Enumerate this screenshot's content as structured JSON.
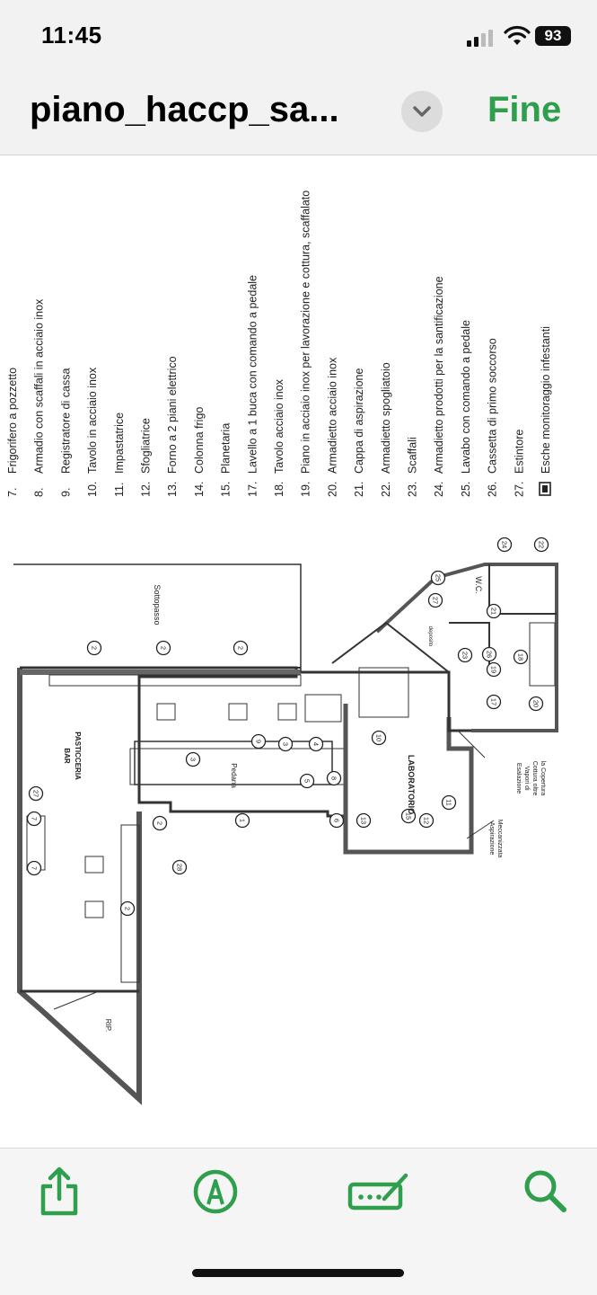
{
  "status": {
    "time": "11:45",
    "battery": "93"
  },
  "header": {
    "title": "piano_haccp_sa...",
    "done_label": "Fine"
  },
  "legend": [
    {
      "num": "7.",
      "label": "Frigorifero a pozzetto"
    },
    {
      "num": "8.",
      "label": "Armadio con scaffali in acciaio inox"
    },
    {
      "num": "9.",
      "label": "Registratore di cassa"
    },
    {
      "num": "10.",
      "label": "Tavolo in acciaio inox"
    },
    {
      "num": "11.",
      "label": "Impastatrice"
    },
    {
      "num": "12.",
      "label": "Sfogliatrice"
    },
    {
      "num": "13.",
      "label": "Forno a 2 piani elettrico"
    },
    {
      "num": "14.",
      "label": "Colonna frigo"
    },
    {
      "num": "15.",
      "label": "Planetaria"
    },
    {
      "num": "17.",
      "label": "Lavello a 1 buca con comando a pedale"
    },
    {
      "num": "18.",
      "label": "Tavolo acciaio inox"
    },
    {
      "num": "19.",
      "label": "Piano in acciaio inox per lavorazione e cottura, scaffalato"
    },
    {
      "num": "20.",
      "label": "Armadietto acciaio inox"
    },
    {
      "num": "21.",
      "label": "Cappa di aspirazione"
    },
    {
      "num": "22.",
      "label": "Armadietto spogliatoio"
    },
    {
      "num": "23.",
      "label": "Scaffali"
    },
    {
      "num": "24.",
      "label": "Armadietto prodotti per la santificazione"
    },
    {
      "num": "25.",
      "label": "Lavabo con comando a pedale"
    },
    {
      "num": "26.",
      "label": "Cassetta di primo soccorso"
    },
    {
      "num": "27.",
      "label": "Estintore"
    },
    {
      "num": "",
      "label": "Esche monitoraggio infestanti"
    }
  ],
  "plan": {
    "rooms": {
      "sottopasso": "Sottopasso",
      "bar": "BAR",
      "pasticceria": "PASTICCERIA",
      "pedana": "Pedana",
      "laboratorio": "LABORATORIO",
      "rip": "RIP.",
      "wc": "W.C.",
      "deposito": "deposito"
    },
    "notes": {
      "esalazione": [
        "Esalazione",
        "Vapori di",
        "Cottura oltre",
        "la Copertura"
      ],
      "aspirazione": [
        "Aspirazione",
        "Meccanizzata"
      ]
    },
    "markers": [
      "2",
      "2",
      "2",
      "2",
      "2",
      "3",
      "9",
      "3",
      "4",
      "5",
      "8",
      "6",
      "1",
      "27",
      "7",
      "7",
      "28",
      "10",
      "13",
      "15",
      "12",
      "11",
      "27",
      "25",
      "26",
      "19",
      "21",
      "18",
      "17",
      "20",
      "23",
      "24",
      "22"
    ]
  },
  "toolbar": {
    "share": "share-icon",
    "markup": "markup-pen-icon",
    "sign": "signature-icon",
    "search": "search-icon"
  },
  "colors": {
    "accent": "#2f9f4e",
    "bar_bg": "#f2f2f2"
  }
}
